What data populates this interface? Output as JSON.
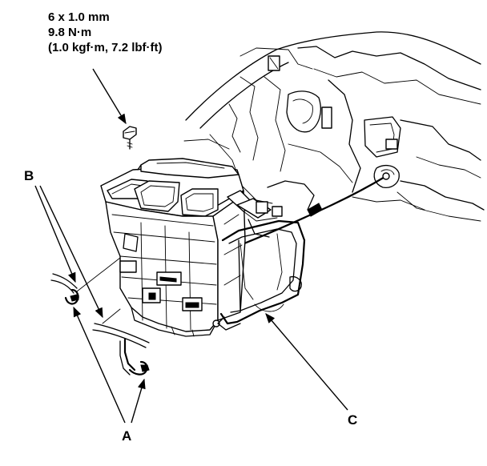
{
  "spec": {
    "bolt_size": "6 x 1.0 mm",
    "torque_nm": "9.8 N·m",
    "torque_alt": "(1.0 kgf·m, 7.2 lbf·ft)"
  },
  "callouts": {
    "a": "A",
    "b": "B",
    "c": "C"
  },
  "icons": {
    "bolt": "hex-bolt-icon",
    "arrowhead": "leader-arrowhead"
  },
  "colors": {
    "ink": "#000000",
    "paper": "#ffffff"
  }
}
